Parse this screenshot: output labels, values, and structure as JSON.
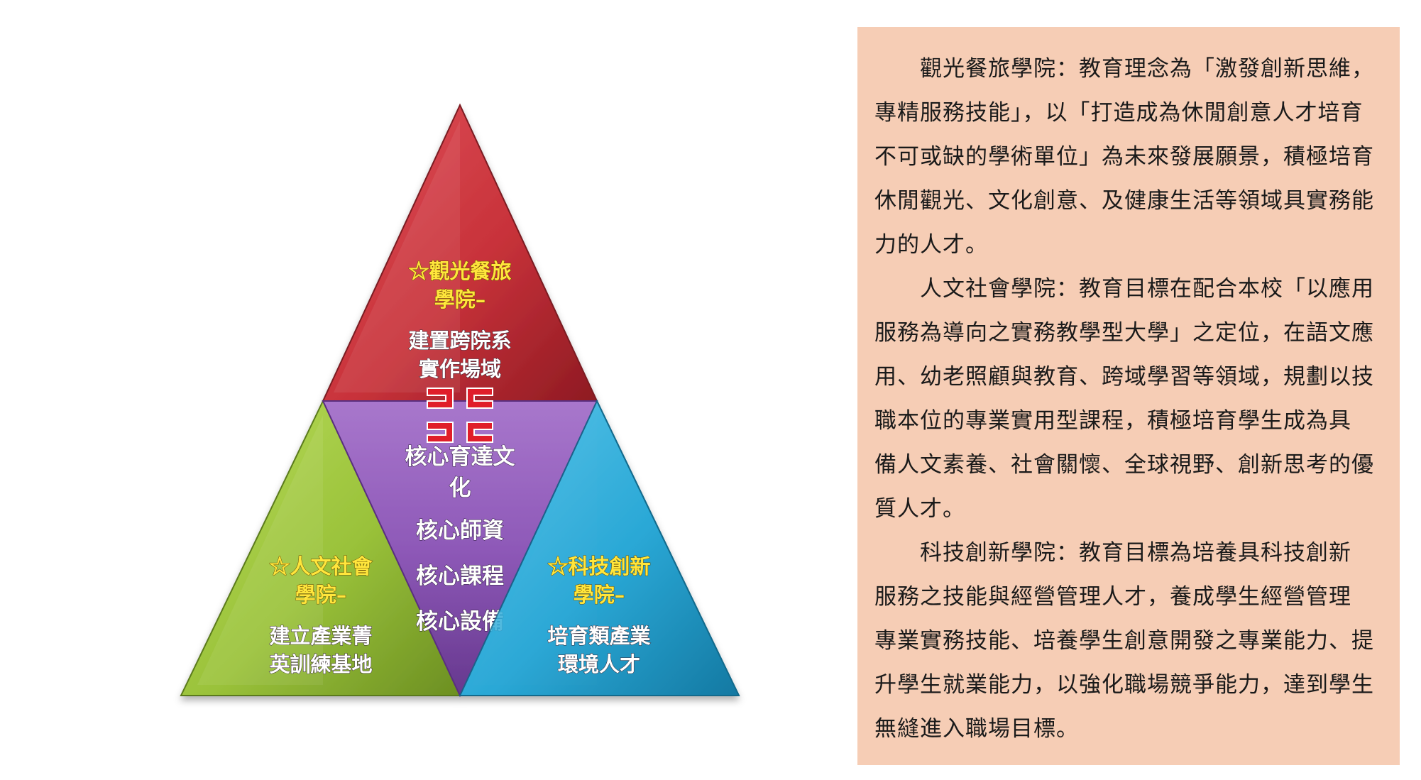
{
  "colors": {
    "top_triangle": "#c8323a",
    "center_triangle": "#8e59b8",
    "left_triangle": "#9ac23a",
    "right_triangle": "#2aa8d6",
    "college_name_text": "#ffe63c",
    "panel_background": "#f6cdb5"
  },
  "icons": {
    "center_logo": "school-emblem-icon"
  },
  "diagram": {
    "top": {
      "name_line1": "☆觀光餐旅",
      "name_line2": "學院–",
      "desc_line1": "建置跨院系",
      "desc_line2": "實作場域"
    },
    "left": {
      "name_line1": "☆人文社會",
      "name_line2": "學院–",
      "desc_line1": "建立產業菁",
      "desc_line2": "英訓練基地"
    },
    "right": {
      "name_line1": "☆科技創新",
      "name_line2": "學院–",
      "desc_line1": "培育類產業",
      "desc_line2": "環境人才"
    },
    "center": {
      "core1_line1": "核心育達文",
      "core1_line2": "化",
      "core2": "核心師資",
      "core3": "核心課程",
      "core4": "核心設備"
    }
  },
  "panel": {
    "paragraphs": [
      {
        "lines": [
          "觀光餐旅學院：教育理念為「激發創新思維，",
          "專精服務技能」，以「打造成為休閒創意人才培育",
          "不可或缺的學術單位」為未來發展願景，積極培育",
          "休閒觀光、文化創意、及健康生活等領域具實務能",
          "力的人才。"
        ]
      },
      {
        "lines": [
          "人文社會學院：教育目標在配合本校「以應用",
          "服務為導向之實務教學型大學」之定位，在語文應",
          "用、幼老照顧與教育、跨域學習等領域，規劃以技",
          "職本位的專業實用型課程，積極培育學生成為具",
          "備人文素養、社會關懷、全球視野、創新思考的優",
          "質人才。"
        ]
      },
      {
        "lines": [
          "科技創新學院：教育目標為培養具科技創新",
          "服務之技能與經營管理人才，養成學生經營管理",
          "專業實務技能、培養學生創意開發之專業能力、提",
          "升學生就業能力，以強化職場競爭能力，達到學生",
          "無縫進入職場目標。"
        ]
      }
    ]
  }
}
